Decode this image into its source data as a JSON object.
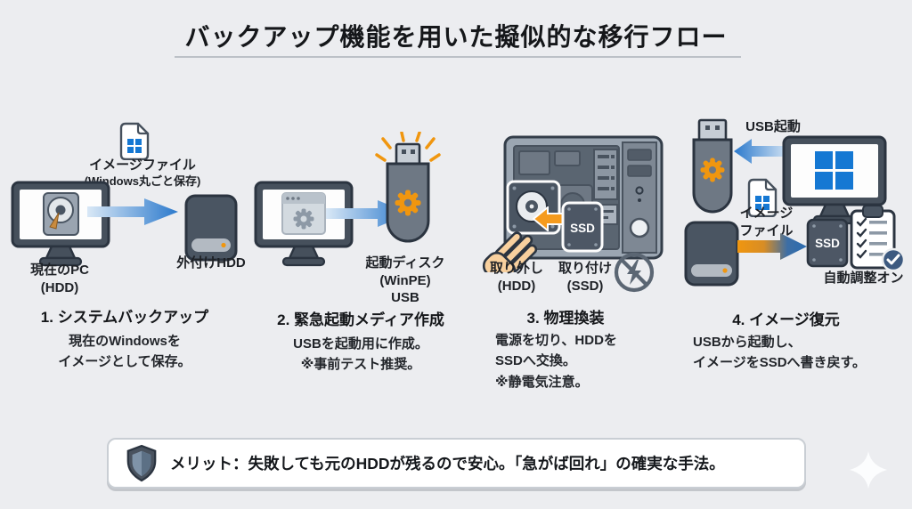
{
  "title": "バックアップ機能を用いた擬似的な移行フロー",
  "steps": [
    {
      "heading": "1. システムバックアップ",
      "body": "現在のWindowsを\nイメージとして保存。",
      "labels": {
        "file": "イメージファイル",
        "file_sub": "(Windows丸ごと保存)",
        "pc": "現在のPC\n(HDD)",
        "ext_hdd": "外付けHDD"
      }
    },
    {
      "heading": "2. 緊急起動メディア作成",
      "body": "USBを起動用に作成。\n※事前テスト推奨。",
      "labels": {
        "usb": "起動ディスク\n(WinPE)\nUSB"
      }
    },
    {
      "heading": "3. 物理換装",
      "body": "電源を切り、HDDを\nSSDへ交換。\n※静電気注意。",
      "labels": {
        "remove": "取り外し\n(HDD)",
        "install": "取り付け\n(SSD)",
        "ssd_chip": "SSD"
      }
    },
    {
      "heading": "4. イメージ復元",
      "body": "USBから起動し、\nイメージをSSDへ書き戻す。",
      "labels": {
        "usb_boot": "USB起動",
        "file": "イメージ\nファイル",
        "ssd_chip": "SSD",
        "auto": "自動調整オン"
      }
    }
  ],
  "footer": {
    "text": "メリット：失敗しても元のHDDが残るので安心。「急がば回れ」の確実な手法。"
  },
  "colors": {
    "background": "#ecedf0",
    "dark_slate": "#4a5562",
    "outline": "#2b3440",
    "arrow_blue": "#2b79cc",
    "accent_orange": "#f0960f",
    "windows_blue": "#1578d3",
    "check_blue": "#3d5a80"
  }
}
